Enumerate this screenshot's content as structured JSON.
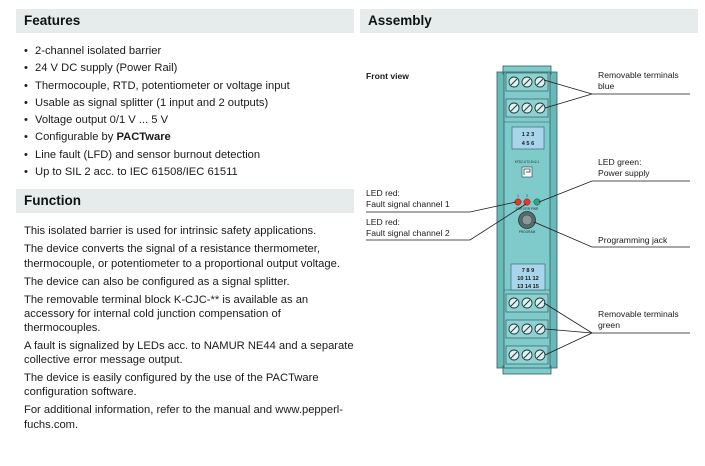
{
  "features": {
    "title": "Features",
    "items": [
      "2-channel isolated barrier",
      "24 V DC supply (Power Rail)",
      "Thermocouple, RTD, potentiometer or voltage input",
      "Usable as signal splitter (1 input and 2 outputs)",
      "Voltage output 0/1 V ... 5 V"
    ],
    "configurable_prefix": "Configurable by ",
    "configurable_software": "PACTware",
    "items_after": [
      "Line fault (LFD) and sensor burnout detection",
      "Up to SIL 2 acc. to IEC 61508/IEC 61511"
    ]
  },
  "function": {
    "title": "Function",
    "paragraphs": [
      "This isolated barrier is used for intrinsic safety applications.",
      "The device converts the signal of a resistance thermometer, thermocouple, or potentiometer to a proportional output voltage.",
      "The device can also be configured as a signal splitter.",
      "The removable terminal block K-CJC-** is available as an accessory for internal cold junction compensation of thermocouples.",
      "A fault is signalized by LEDs acc. to NAMUR NE44 and a separate collective error message output.",
      "The device is easily configured by the use of the PACTware configuration software.",
      "For additional information, refer to the manual and www.pepperl-fuchs.com."
    ]
  },
  "assembly": {
    "title": "Assembly",
    "front_view": "Front view",
    "labels": {
      "terminals_blue_1": "Removable terminals",
      "terminals_blue_2": "blue",
      "led_green_1": "LED green:",
      "led_green_2": "Power supply",
      "led_red1_1": "LED red:",
      "led_red1_2": "Fault signal channel 1",
      "led_red2_1": "LED red:",
      "led_red2_2": "Fault signal channel 2",
      "programming_jack": "Programming jack",
      "terminals_green_1": "Removable terminals",
      "terminals_green_2": "green"
    },
    "device": {
      "top_numbers_1": "1  2  3",
      "top_numbers_2": "4  5  6",
      "model": "KFD2-UT2-Ex2-1",
      "led_num_1": "1",
      "led_num_2": "2",
      "led_caption": "ERR ERR PWR",
      "program_label": "PROGRAM",
      "bottom_numbers_1": "7  8  9",
      "bottom_numbers_2": "10 11 12",
      "bottom_numbers_3": "13 14 15"
    },
    "colors": {
      "housing": "#7fcaca",
      "blue_label": "#a8d4ec",
      "led_red": "#e23a2e",
      "led_green": "#27a88a"
    }
  }
}
